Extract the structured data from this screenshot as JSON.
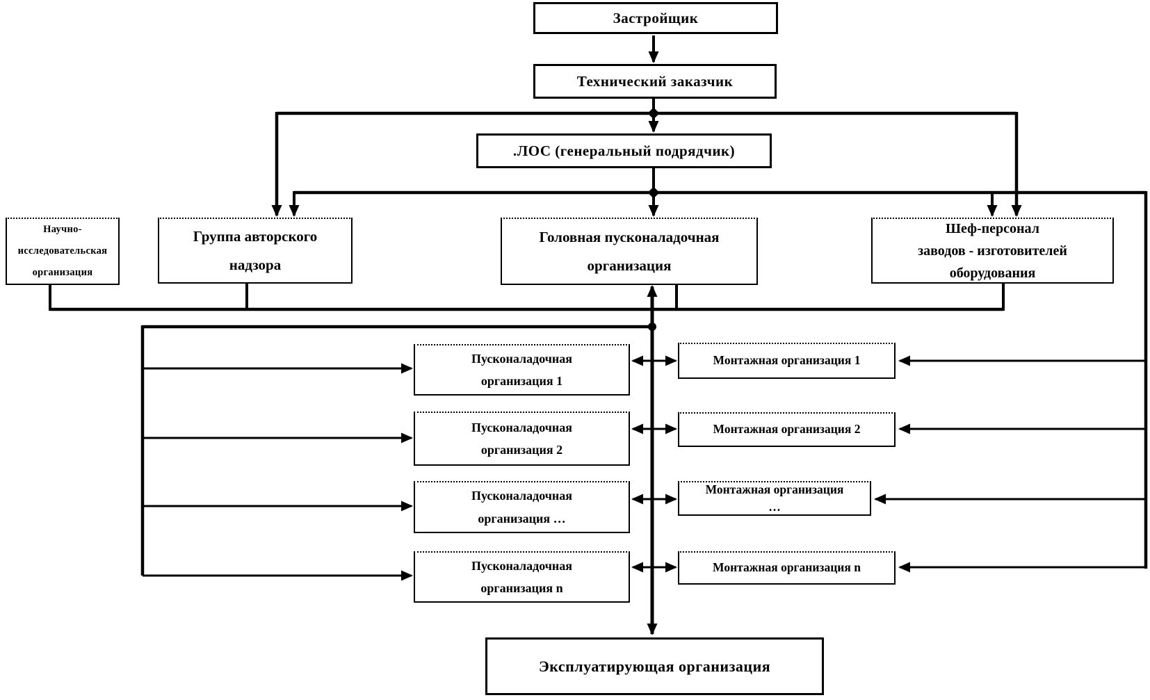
{
  "diagram": {
    "kind": "organizational-flowchart",
    "language": "ru",
    "nodes": {
      "developer": {
        "label": "Застройщик"
      },
      "technical_customer": {
        "label": "Технический заказчик"
      },
      "general_contractor": {
        "label": ".ЛОС (генеральный подрядчик)"
      },
      "research_org": {
        "label": "Научно-\nисследовательская\nорганизация"
      },
      "design_supervision": {
        "label": "Группа авторского\nнадзора"
      },
      "head_commissioning": {
        "label": "Головная пусконаладочная\nорганизация"
      },
      "chief_personnel": {
        "label": "Шеф-персонал\nзаводов - изготовителей\nоборудования"
      },
      "commissioning_1": {
        "label": "Пусконаладочная\nорганизация 1"
      },
      "commissioning_2": {
        "label": "Пусконаладочная\nорганизация 2"
      },
      "commissioning_dots": {
        "label": "Пусконаладочная\nорганизация …"
      },
      "commissioning_n": {
        "label": "Пусконаладочная\nорганизация n"
      },
      "installation_1": {
        "label": "Монтажная организация 1"
      },
      "installation_2": {
        "label": "Монтажная организация 2"
      },
      "installation_dots": {
        "label": "Монтажная организация\n…"
      },
      "installation_n": {
        "label": "Монтажная организация n"
      },
      "operating_org": {
        "label": "Эксплуатирующая организация"
      }
    },
    "edges": [
      "Застройщик → Технический заказчик",
      "Технический заказчик → ЛОС (генеральный подрядчик)",
      "Технический заказчик → Группа авторского надзора",
      "Технический заказчик → Шеф-персонал заводов - изготовителей оборудования",
      "ЛОС → Группа авторского надзора",
      "ЛОС → Головная пусконаладочная организация",
      "ЛОС → Шеф-персонал заводов - изготовителей оборудования",
      "ЛОС → Монтажная организация 1/2/…/n",
      "Научно-исследовательская организация / Группа авторского надзора / Шеф-персонал → Головная пусконаладочная организация",
      "Головная пусконаладочная организация → Пусконаладочная организация 1/2/…/n",
      "Пусконаладочная организация i ↔ Монтажная организация i",
      "Головная пусконаладочная организация → Эксплуатирующая организация"
    ],
    "colors": {
      "line": "#000000",
      "box_border": "#000000",
      "background": "#ffffff"
    }
  }
}
